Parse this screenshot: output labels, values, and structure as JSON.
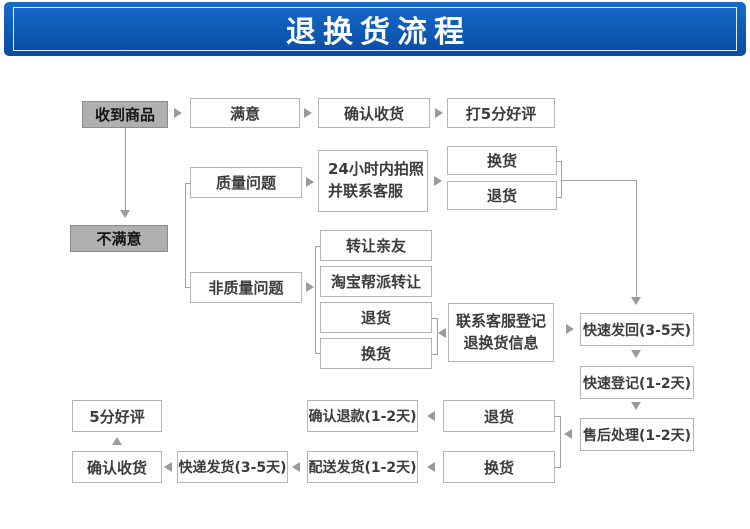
{
  "banner": {
    "title": "退换货流程"
  },
  "colors": {
    "banner_blue": "#0f5cb8",
    "banner_frame": "#e2edf9",
    "title_text": "#ffffff",
    "box_border": "#b4b4b4",
    "box_text": "#3c3c3c",
    "highlight_box_bg": "#b0b0b0",
    "connector_gray": "#9a9a9a"
  },
  "nodes": {
    "received": {
      "label": "收到商品"
    },
    "satisfied": {
      "label": "满意"
    },
    "confirm_receipt_top": {
      "label": "确认收货"
    },
    "five_star_top": {
      "label": "打5分好评"
    },
    "unsatisfied": {
      "label": "不满意"
    },
    "quality_issue": {
      "label": "质量问题"
    },
    "photo_24h": {
      "lines": [
        "24小时内拍照",
        "并联系客服"
      ]
    },
    "exchange_quality": {
      "label": "换货"
    },
    "return_quality": {
      "label": "退货"
    },
    "non_quality_issue": {
      "label": "非质量问题"
    },
    "transfer_friends": {
      "label": "转让亲友"
    },
    "taobao_transfer": {
      "label": "淘宝帮派转让"
    },
    "return_non_quality": {
      "label": "退货"
    },
    "exchange_non_quality": {
      "label": "换货"
    },
    "contact_cs": {
      "lines": [
        "联系客服登记",
        "退换货信息"
      ]
    },
    "fast_return": {
      "label": "快速发回(3-5天)"
    },
    "fast_register": {
      "label": "快速登记(1-2天)"
    },
    "aftersales": {
      "label": "售后处理(1-2天)"
    },
    "return_bottom": {
      "label": "退货"
    },
    "confirm_refund": {
      "label": "确认退款(1-2天)"
    },
    "exchange_bottom": {
      "label": "换货"
    },
    "delivery": {
      "label": "配送发货(1-2天)"
    },
    "express": {
      "label": "快递发货(3-5天)"
    },
    "confirm_receipt_bottom": {
      "label": "确认收货"
    },
    "five_star_bottom": {
      "label": "5分好评"
    }
  }
}
